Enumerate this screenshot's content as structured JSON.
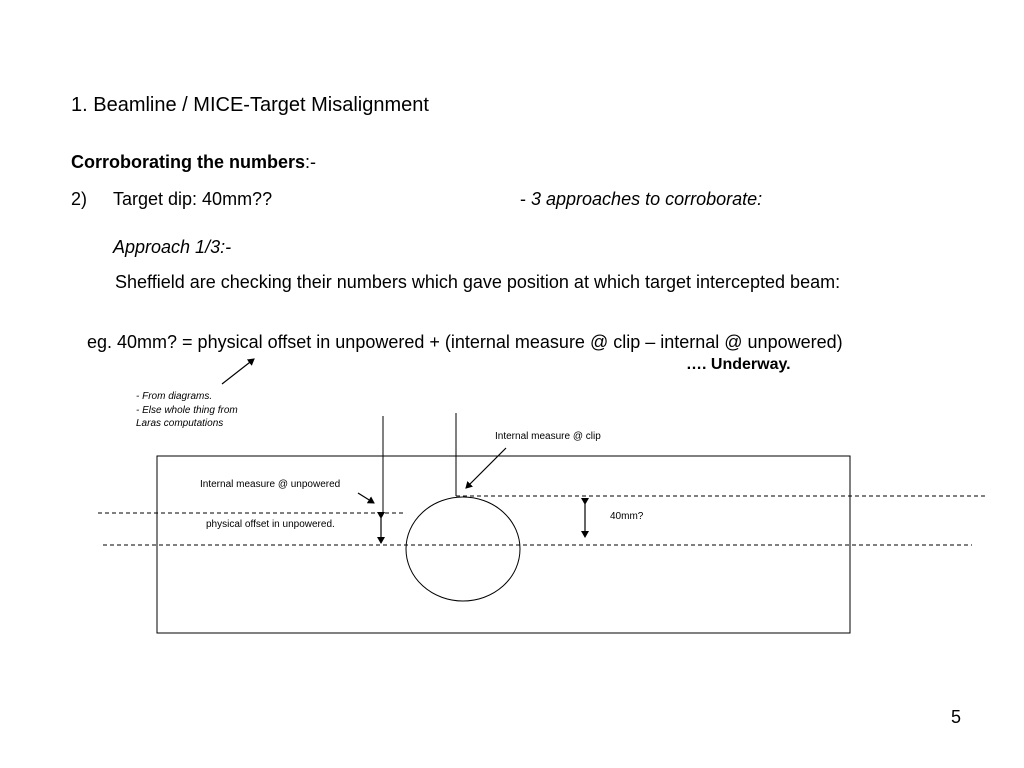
{
  "slide": {
    "title": "1. Beamline / MICE-Target Misalignment",
    "subtitle_bold": "Corroborating the numbers",
    "subtitle_tail": ":-",
    "item_number": "2)",
    "item_text": "Target dip: 40mm??",
    "approaches_dash": "- ",
    "approaches_text": "3 approaches to corroborate:",
    "approach_heading": "Approach 1/3:-",
    "sheffield_text": "Sheffield are checking their numbers which gave position at which target intercepted beam:",
    "equation": "eg. 40mm? = physical offset in unpowered + (internal measure @ clip – internal @ unpowered)",
    "status": "…. Underway.",
    "note_lines": [
      "- From diagrams.",
      "- Else whole thing from",
      "Laras computations"
    ],
    "page_number": "5"
  },
  "diagram": {
    "label_clip": "Internal measure @ clip",
    "label_unpowered": "Internal measure @ unpowered",
    "label_offset": "physical offset in unpowered.",
    "label_dip": "40mm?"
  }
}
